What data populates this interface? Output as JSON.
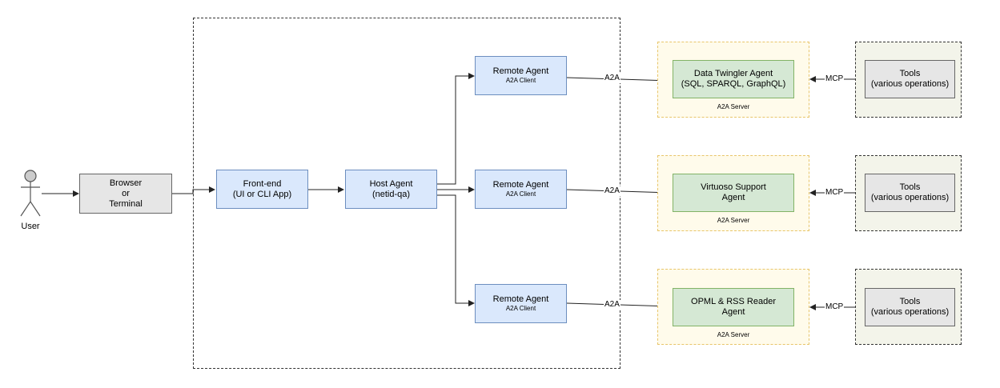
{
  "user": {
    "label": "User"
  },
  "browser": {
    "line1": "Browser",
    "line2": "or",
    "line3": "Terminal"
  },
  "frontend": {
    "line1": "Front-end",
    "line2": "(UI or CLI App)"
  },
  "host": {
    "line1": "Host Agent",
    "line2": "(netid-qa)"
  },
  "remote_agents": [
    {
      "title": "Remote Agent",
      "sub": "A2A Client"
    },
    {
      "title": "Remote Agent",
      "sub": "A2A Client"
    },
    {
      "title": "Remote Agent",
      "sub": "A2A Client"
    }
  ],
  "servers": [
    {
      "line1": "Data Twingler Agent",
      "line2": "(SQL, SPARQL, GraphQL)",
      "caption": "A2A Server"
    },
    {
      "line1": "Virtuoso Support",
      "line2": "Agent",
      "caption": "A2A Server"
    },
    {
      "line1": "OPML & RSS Reader",
      "line2": "Agent",
      "caption": "A2A Server"
    }
  ],
  "tools": [
    {
      "line1": "Tools",
      "line2": "(various operations)"
    },
    {
      "line1": "Tools",
      "line2": "(various operations)"
    },
    {
      "line1": "Tools",
      "line2": "(various operations)"
    }
  ],
  "edge_labels": {
    "a2a": "A2A",
    "mcp": "MCP"
  },
  "colors": {
    "agent_fill": "#dae8fc",
    "agent_stroke": "#6c8ebf",
    "server_fill": "#d5e8d4",
    "server_stroke": "#82b366",
    "tool_fill": "#e6e6e6",
    "container_server_fill": "#fffbeb",
    "container_server_stroke": "#e8c56a"
  }
}
